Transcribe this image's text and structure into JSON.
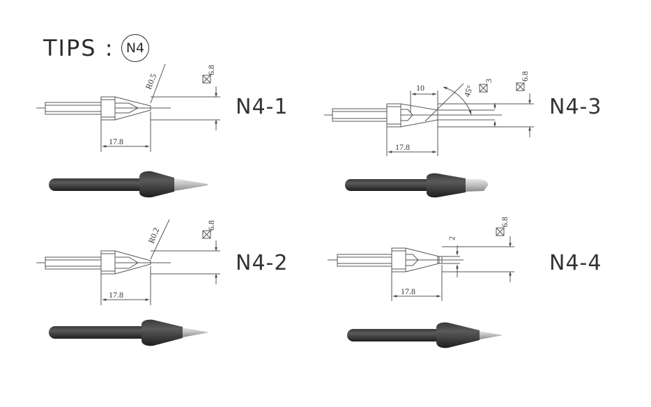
{
  "header": {
    "title": "TIPS :",
    "series_badge": "N4"
  },
  "tips": [
    {
      "label": "N4-1",
      "dim_length": "17.8",
      "dim_diameter": "6.8",
      "dim_radius": "R0.5"
    },
    {
      "label": "N4-2",
      "dim_length": "17.8",
      "dim_diameter": "6.8",
      "dim_radius": "R0.2"
    },
    {
      "label": "N4-3",
      "dim_length": "17.8",
      "dim_diameter": "6.8",
      "dim_bevel_length": "10",
      "dim_angle": "45°",
      "dim_face": "3"
    },
    {
      "label": "N4-4",
      "dim_length": "17.8",
      "dim_diameter": "6.8",
      "dim_tip": "2"
    }
  ]
}
